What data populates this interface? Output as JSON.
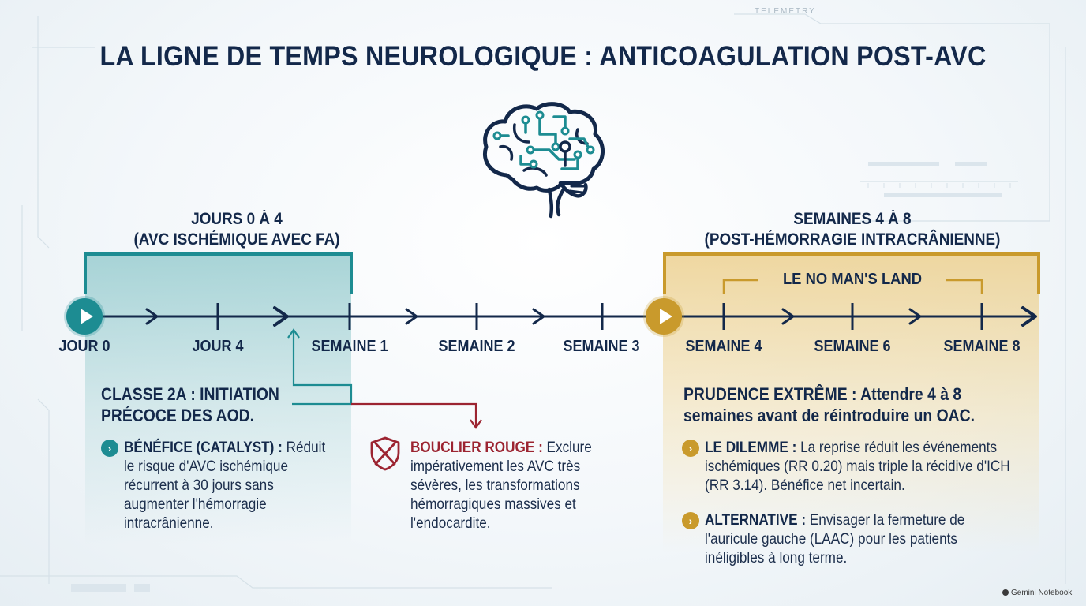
{
  "title": "LA LIGNE DE TEMPS NEUROLOGIQUE : ANTICOAGULATION POST-AVC",
  "telemetry_label": "TELEMETRY",
  "footer": "Gemini Notebook",
  "phase_left": {
    "line1": "JOURS 0 À 4",
    "line2": "(AVC ISCHÉMIQUE AVEC FA)",
    "color": "#1d8c92"
  },
  "phase_right": {
    "line1": "SEMAINES 4 À 8",
    "line2": "(POST-HÉMORRAGIE INTRACRÂNIENNE)",
    "color": "#c99a2c"
  },
  "no_mans_land": "LE NO MAN'S LAND",
  "timeline": {
    "labels": [
      "JOUR 0",
      "JOUR 4",
      "SEMAINE 1",
      "SEMAINE 2",
      "SEMAINE 3",
      "SEMAINE 4",
      "SEMAINE 6",
      "SEMAINE 8"
    ],
    "line_color": "#13284a"
  },
  "left_block": {
    "title_line1": "CLASSE 2A : INITIATION",
    "title_line2": "PRÉCOCE DES AOD.",
    "bullet_label": "BÉNÉFICE (CATALYST) :",
    "bullet_text": " Réduit le risque d'AVC ischémique récurrent à 30 jours sans augmenter l'hémorragie intracrânienne."
  },
  "middle_block": {
    "label": "BOUCLIER ROUGE :",
    "text": " Exclure impérativement les AVC très sévères, les transformations hémorragiques massives et l'endocardite.",
    "color": "#9c2431",
    "icon": "crossed-shield-icon"
  },
  "right_block": {
    "title_line1": "PRUDENCE EXTRÊME : Attendre 4 à 8",
    "title_line2": "semaines avant de réintroduire un OAC.",
    "bullet1_label": "LE DILEMME :",
    "bullet1_text": " La reprise réduit les événements ischémiques (RR 0.20) mais triple la récidive d'ICH (RR 3.14). Bénéfice net incertain.",
    "bullet2_label": "ALTERNATIVE :",
    "bullet2_text": " Envisager la fermeture de l'auricule gauche (LAAC) pour les patients inéligibles à long terme."
  },
  "icons": {
    "brain": "brain-circuit-icon",
    "play": "play-icon",
    "chevron": "chevron-right-icon"
  },
  "colors": {
    "navy": "#13284a",
    "teal": "#1d8c92",
    "gold": "#c99a2c",
    "red": "#9c2431"
  }
}
